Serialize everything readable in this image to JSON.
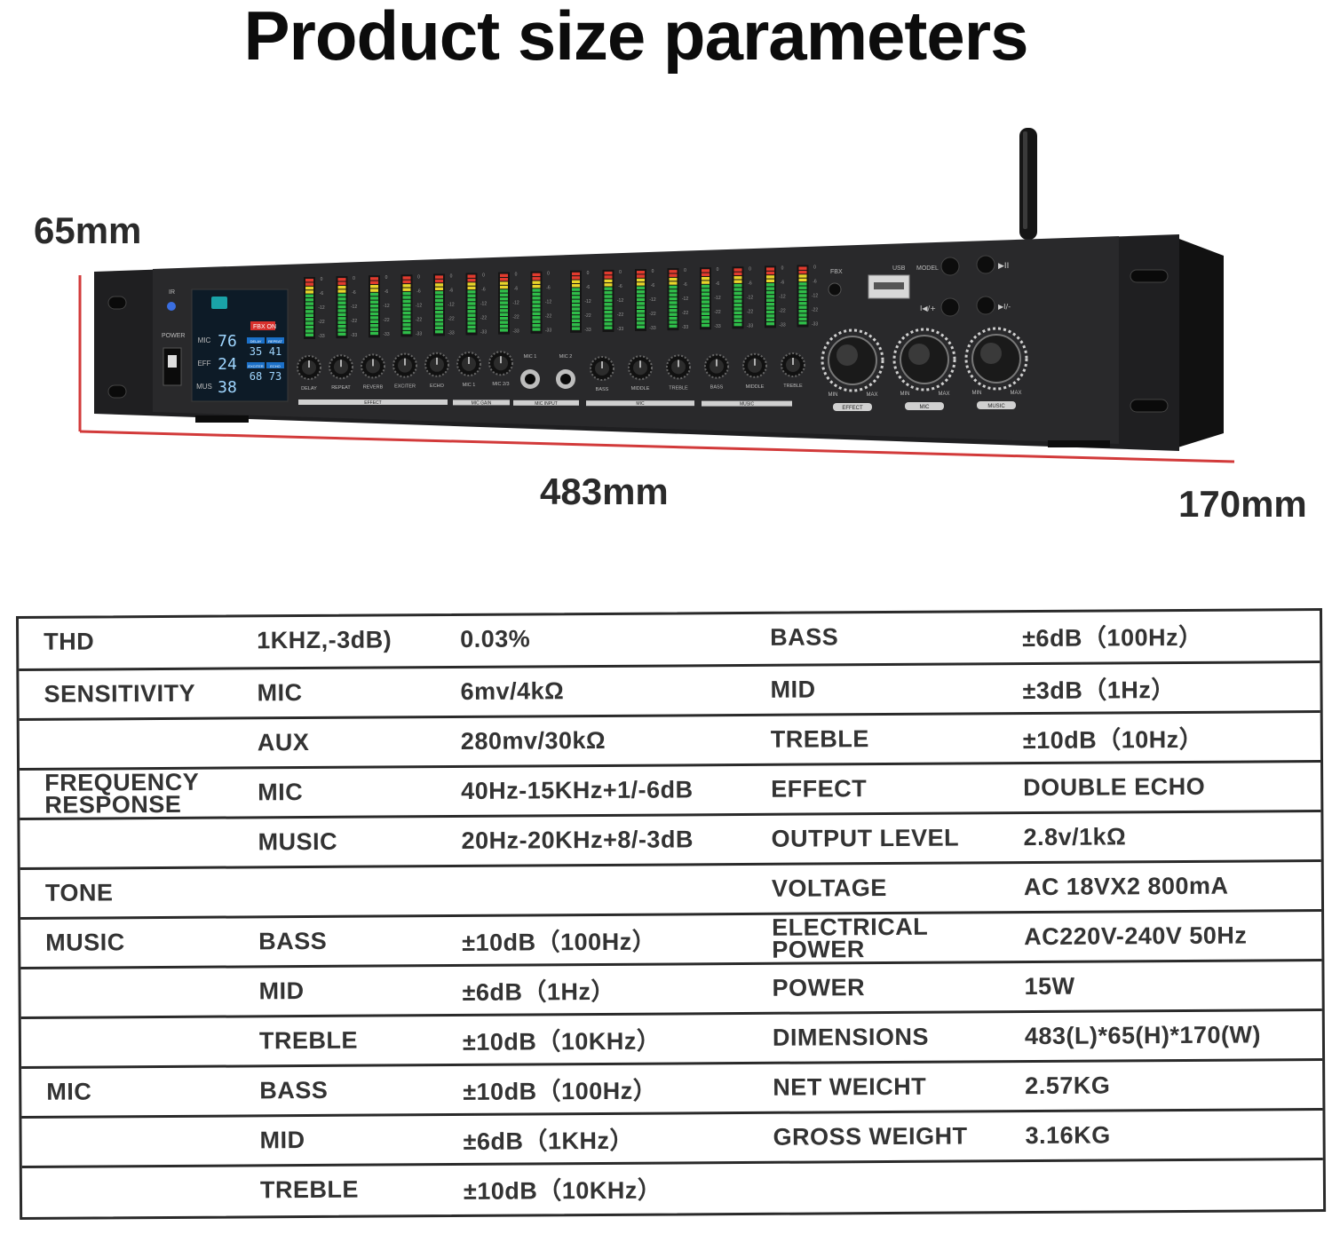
{
  "header": {
    "title": "Product size parameters"
  },
  "dimensions": {
    "height": "65mm",
    "length": "483mm",
    "width": "170mm"
  },
  "device": {
    "colors": {
      "body": "#1c1c1e",
      "panel": "#2a2a2c",
      "accent_line": "#d23a3a",
      "lcd": "#0e1e2a"
    },
    "ir_label": "IR",
    "power_label": "POWER",
    "lcd": {
      "fbx_badge": "FBX ON",
      "rows": [
        {
          "label": "MIC",
          "value": "76"
        },
        {
          "label": "EFF",
          "value": "24"
        },
        {
          "label": "MUS",
          "value": "38"
        }
      ],
      "tags": [
        "DELAY",
        "REPEAT",
        "EXCITER",
        "ECHO"
      ],
      "tag_values": [
        "35",
        "41",
        "68",
        "73"
      ]
    },
    "meter_scale": [
      "0",
      "-6",
      "-12",
      "-22",
      "-33"
    ],
    "knobs_row1": [
      "DELAY",
      "REPEAT",
      "REVERB",
      "EXCITER",
      "ECHO",
      "MIC 1",
      "MIC 2/3"
    ],
    "knobs_row2": [
      "BASS",
      "MIDDLE",
      "TREBLE",
      "BASS",
      "MIDDLE",
      "TREBLE"
    ],
    "mic_inputs": [
      "MIC 1",
      "MIC 2"
    ],
    "section_labels": [
      "EFFECT",
      "MIC GAIN",
      "MIC INPUT",
      "MIC",
      "MUSIC"
    ],
    "controls": {
      "fbx": "FBX",
      "usb": "USB",
      "model": "MODEL",
      "play_pause": "▶II",
      "prev": "I◀/+",
      "next": "▶I/-"
    },
    "big_knobs": [
      {
        "label": "EFFECT",
        "min": "MIN",
        "max": "MAX"
      },
      {
        "label": "MIC",
        "min": "MIN",
        "max": "MAX"
      },
      {
        "label": "MUSIC",
        "min": "MIN",
        "max": "MAX"
      }
    ]
  },
  "spec_table": {
    "rows": [
      [
        "THD",
        "1KHZ,-3dB)",
        "0.03%",
        "BASS",
        "±6dB（100Hz）"
      ],
      [
        "SENSITIVITY",
        "MIC",
        "6mv/4kΩ",
        "MID",
        "±3dB（1Hz）"
      ],
      [
        "",
        "AUX",
        "280mv/30kΩ",
        "TREBLE",
        "±10dB（10Hz）"
      ],
      [
        "FREQUENCY RESPONSE",
        "MIC",
        "40Hz-15KHz+1/-6dB",
        "EFFECT",
        "DOUBLE ECHO"
      ],
      [
        "",
        "MUSIC",
        "20Hz-20KHz+8/-3dB",
        "OUTPUT LEVEL",
        "2.8v/1kΩ"
      ],
      [
        "TONE",
        "",
        "",
        "VOLTAGE",
        "AC 18VX2 800mA"
      ],
      [
        "MUSIC",
        "BASS",
        "±10dB（100Hz）",
        "ELECTRICAL POWER",
        "AC220V-240V 50Hz"
      ],
      [
        "",
        "MID",
        "±6dB（1Hz）",
        "POWER",
        "15W"
      ],
      [
        "",
        "TREBLE",
        "±10dB（10KHz）",
        "DIMENSIONS",
        "483(L)*65(H)*170(W)"
      ],
      [
        "MIC",
        "BASS",
        "±10dB（100Hz）",
        "NET WEICHT",
        "2.57KG"
      ],
      [
        "",
        "MID",
        "±6dB（1KHz）",
        "GROSS WEIGHT",
        "3.16KG"
      ],
      [
        "",
        "TREBLE",
        "±10dB（10KHz）",
        "",
        ""
      ]
    ]
  }
}
